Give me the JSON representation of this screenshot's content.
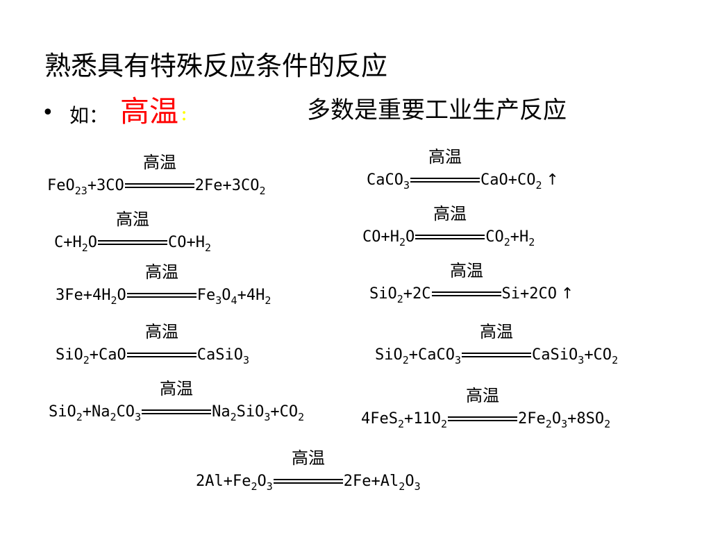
{
  "title": "熟悉具有特殊反应条件的反应",
  "bullet": {
    "dot": "•",
    "prefix": "如：",
    "condition": "高温",
    "colon": ":",
    "note": "多数是重要工业生产反应"
  },
  "colors": {
    "condition": "#ff0000",
    "colon": "#ffff00",
    "text": "#000000"
  },
  "equations": [
    {
      "condition": "高温",
      "lhs": [
        [
          "Fe",
          ""
        ],
        [
          "O",
          "2"
        ],
        [
          "",
          "3"
        ],
        [
          "+3CO",
          ""
        ]
      ],
      "rhs": [
        [
          "2Fe+3CO",
          ""
        ],
        [
          "",
          "2"
        ]
      ],
      "gas": ""
    },
    {
      "condition": "高温",
      "lhs": [
        [
          "CaCO",
          ""
        ],
        [
          "",
          "3"
        ]
      ],
      "rhs": [
        [
          "CaO+CO",
          ""
        ],
        [
          "",
          "2"
        ]
      ],
      "gas": "↑"
    },
    {
      "condition": "高温",
      "lhs": [
        [
          "C+H",
          ""
        ],
        [
          "",
          "2"
        ],
        [
          "O",
          ""
        ]
      ],
      "rhs": [
        [
          "CO+H",
          ""
        ],
        [
          "",
          "2"
        ]
      ],
      "gas": ""
    },
    {
      "condition": "高温",
      "lhs": [
        [
          "CO+H",
          ""
        ],
        [
          "",
          "2"
        ],
        [
          "O",
          ""
        ]
      ],
      "rhs": [
        [
          "CO",
          ""
        ],
        [
          "",
          "2"
        ],
        [
          "+H",
          ""
        ],
        [
          "",
          "2"
        ]
      ],
      "gas": ""
    },
    {
      "condition": "高温",
      "lhs": [
        [
          "3Fe+4H",
          ""
        ],
        [
          "",
          "2"
        ],
        [
          "O",
          ""
        ]
      ],
      "rhs": [
        [
          "Fe",
          ""
        ],
        [
          "",
          "3"
        ],
        [
          "O",
          ""
        ],
        [
          "",
          "4"
        ],
        [
          "+4H",
          ""
        ],
        [
          "",
          "2"
        ]
      ],
      "gas": ""
    },
    {
      "condition": "高温",
      "lhs": [
        [
          "SiO",
          ""
        ],
        [
          "",
          "2"
        ],
        [
          "+2C",
          ""
        ]
      ],
      "rhs": [
        [
          "Si+2CO",
          ""
        ]
      ],
      "gas": "↑"
    },
    {
      "condition": "高温",
      "lhs": [
        [
          "SiO",
          ""
        ],
        [
          "",
          "2"
        ],
        [
          "+CaO",
          ""
        ]
      ],
      "rhs": [
        [
          "CaSiO",
          ""
        ],
        [
          "",
          "3"
        ]
      ],
      "gas": ""
    },
    {
      "condition": "高温",
      "lhs": [
        [
          "SiO",
          ""
        ],
        [
          "",
          "2"
        ],
        [
          "+CaCO",
          ""
        ],
        [
          "",
          "3"
        ]
      ],
      "rhs": [
        [
          "CaSiO",
          ""
        ],
        [
          "",
          "3"
        ],
        [
          "+CO",
          ""
        ],
        [
          "",
          "2"
        ]
      ],
      "gas": ""
    },
    {
      "condition": "高温",
      "lhs": [
        [
          "SiO",
          ""
        ],
        [
          "",
          "2"
        ],
        [
          "+Na",
          ""
        ],
        [
          "",
          "2"
        ],
        [
          "CO",
          ""
        ],
        [
          "",
          "3"
        ]
      ],
      "rhs": [
        [
          "Na",
          ""
        ],
        [
          "",
          "2"
        ],
        [
          "SiO",
          ""
        ],
        [
          "",
          "3"
        ],
        [
          "+CO",
          ""
        ],
        [
          "",
          "2"
        ]
      ],
      "gas": ""
    },
    {
      "condition": "高温",
      "lhs": [
        [
          "4FeS",
          ""
        ],
        [
          "",
          "2"
        ],
        [
          "+11O",
          ""
        ],
        [
          "",
          "2"
        ]
      ],
      "rhs": [
        [
          "2Fe",
          ""
        ],
        [
          "",
          "2"
        ],
        [
          "O",
          ""
        ],
        [
          "",
          "3"
        ],
        [
          "+8SO",
          ""
        ],
        [
          "",
          "2"
        ]
      ],
      "gas": ""
    },
    {
      "condition": "高温",
      "lhs": [
        [
          "2Al+Fe",
          ""
        ],
        [
          "",
          "2"
        ],
        [
          "O",
          ""
        ],
        [
          "",
          "3"
        ]
      ],
      "rhs": [
        [
          "2Fe+Al",
          ""
        ],
        [
          "",
          "2"
        ],
        [
          "O",
          ""
        ],
        [
          "",
          "3"
        ]
      ],
      "gas": ""
    }
  ]
}
